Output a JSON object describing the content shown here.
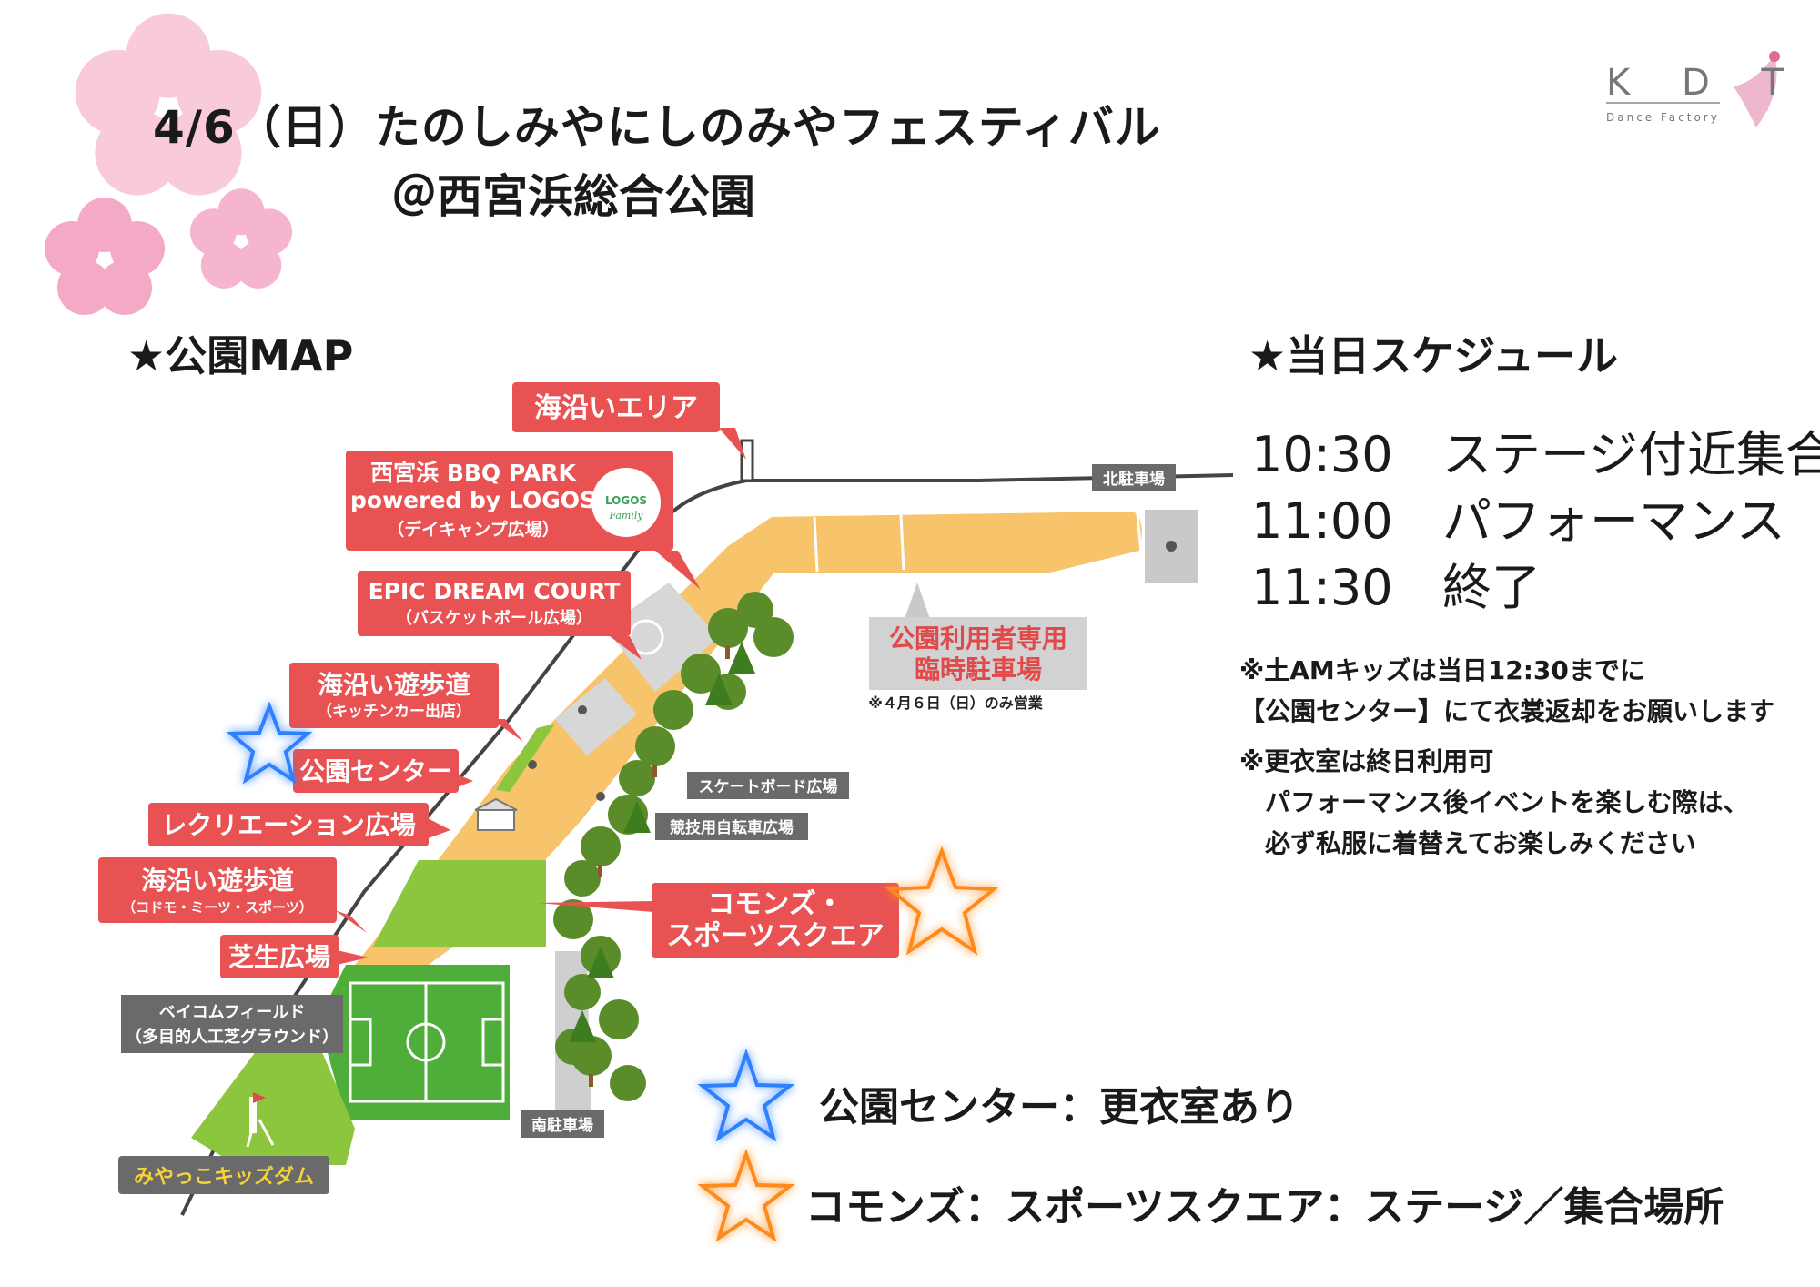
{
  "title": {
    "line1": "4/6（日）たのしみやにしのみやフェスティバル",
    "line2": "＠西宮浜総合公園"
  },
  "logo": {
    "letters": "K D T",
    "sub": "Dance Factory"
  },
  "map_section": {
    "heading": "★公園MAP",
    "labels": {
      "seaside_area": "海沿いエリア",
      "bbq_1": "西宮浜 BBQ PARK",
      "bbq_2": "powered by LOGOS",
      "bbq_3": "（デイキャンプ広場）",
      "logos_1": "LOGOS",
      "logos_2": "Family",
      "epic_1": "EPIC DREAM COURT",
      "epic_2": "（バスケットボール広場）",
      "promenade1_1": "海沿い遊歩道",
      "promenade1_2": "（キッチンカー出店）",
      "park_center": "公園センター",
      "recreation": "レクリエーション広場",
      "promenade2_1": "海沿い遊歩道",
      "promenade2_2": "（コドモ・ミーツ・スポーツ）",
      "lawn": "芝生広場",
      "beicom_1": "ベイコムフィールド",
      "beicom_2": "（多目的人工芝グラウンド）",
      "kidsdam": "みやっこキッズダム",
      "north_parking": "北駐車場",
      "south_parking": "南駐車場",
      "skateboard": "スケートボード広場",
      "bmx": "競技用自転車広場",
      "temp_parking_1": "公園利用者専用",
      "temp_parking_2": "臨時駐車場",
      "temp_parking_note": "※４月６日（日）のみ営業",
      "commons_1": "コモンズ・",
      "commons_2": "スポーツスクエア"
    }
  },
  "schedule": {
    "heading": "★当日スケジュール",
    "items": [
      {
        "time": "10:30",
        "label": "ステージ付近集合"
      },
      {
        "time": "11:00",
        "label": "パフォーマンス"
      },
      {
        "time": "11:30",
        "label": "終了"
      }
    ],
    "notes": [
      "※土AMキッズは当日12:30までに",
      "【公園センター】にて衣裳返却をお願いします",
      "※更衣室は終日利用可",
      "　パフォーマンス後イベントを楽しむ際は、",
      "　必ず私服に着替えてお楽しみください"
    ]
  },
  "legend": {
    "blue_star": "公園センター：更衣室あり",
    "orange_star": "コモンズ：スポーツスクエア：ステージ／集合場所"
  },
  "colors": {
    "label_red": "#e95253",
    "park_yellow": "#f7c46c",
    "grass_green": "#8cc63f",
    "field_green": "#4fae3a",
    "gray_label": "#6a6a6a",
    "blue_star": "#2f80ff",
    "orange_star": "#ff8a1f",
    "sakura": "#f7b7cf"
  }
}
